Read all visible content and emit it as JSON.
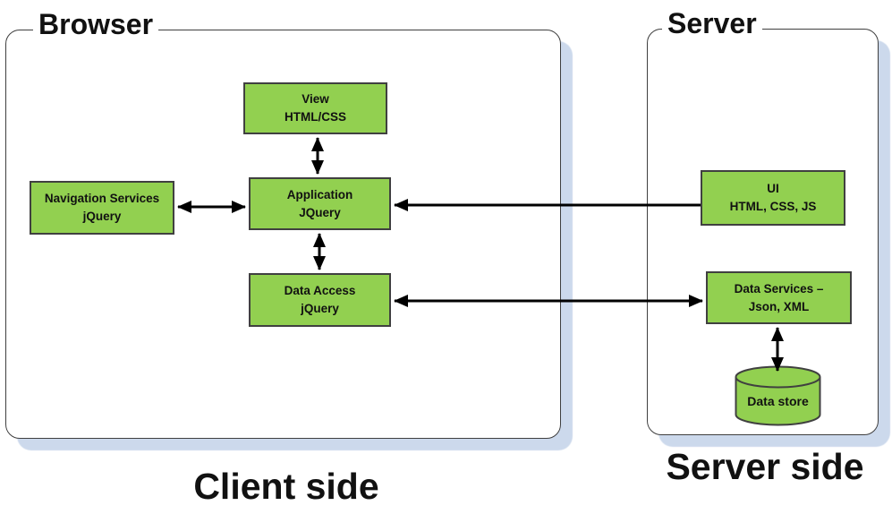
{
  "diagram": {
    "browser_panel": {
      "label": "Browser",
      "bottom_label": "Client side"
    },
    "server_panel": {
      "label": "Server",
      "bottom_label": "Server side"
    },
    "boxes": {
      "view": {
        "line1": "View",
        "line2": "HTML/CSS"
      },
      "application": {
        "line1": "Application",
        "line2": "JQuery"
      },
      "navigation": {
        "line1": "Navigation Services",
        "line2": "jQuery"
      },
      "data_access": {
        "line1": "Data Access",
        "line2": "jQuery"
      },
      "ui": {
        "line1": "UI",
        "line2": "HTML, CSS, JS"
      },
      "data_services": {
        "line1": "Data Services –",
        "line2": "Json, XML"
      },
      "data_store": {
        "label": "Data store"
      }
    },
    "connections": [
      {
        "from": "view",
        "to": "application",
        "direction": "bidirectional"
      },
      {
        "from": "application",
        "to": "data_access",
        "direction": "bidirectional"
      },
      {
        "from": "navigation",
        "to": "application",
        "direction": "bidirectional"
      },
      {
        "from": "ui",
        "to": "application",
        "direction": "one-way"
      },
      {
        "from": "data_access",
        "to": "data_services",
        "direction": "bidirectional"
      },
      {
        "from": "data_services",
        "to": "data_store",
        "direction": "bidirectional"
      }
    ]
  },
  "colors": {
    "box-green": "#92d050",
    "box-border": "#404040",
    "panel-border": "#3f3f3f",
    "shadow": "#ccd9ec",
    "arrow": "#000000",
    "text": "#111111",
    "page-bg": "#ffffff"
  }
}
